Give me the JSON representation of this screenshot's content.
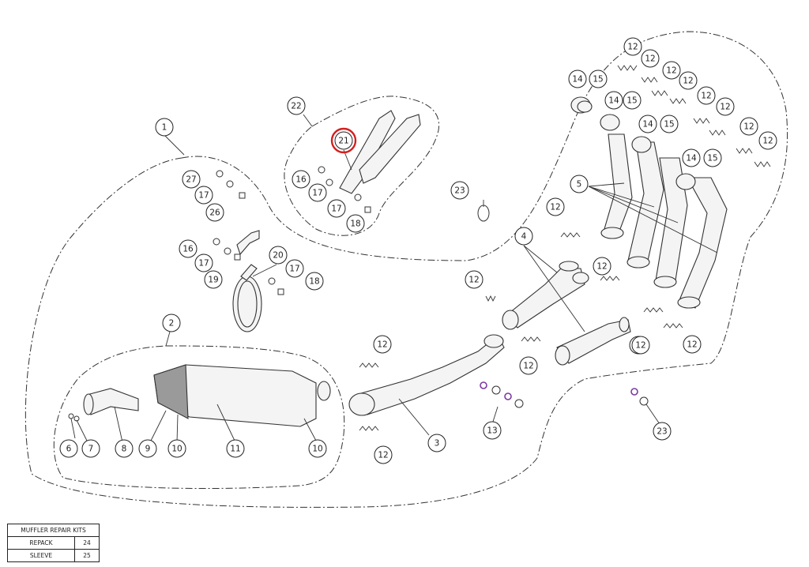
{
  "callouts": [
    {
      "id": "1",
      "label": "1"
    },
    {
      "id": "2",
      "label": "2"
    },
    {
      "id": "3",
      "label": "3"
    },
    {
      "id": "4",
      "label": "4"
    },
    {
      "id": "5",
      "label": "5"
    },
    {
      "id": "6",
      "label": "6"
    },
    {
      "id": "7",
      "label": "7"
    },
    {
      "id": "8",
      "label": "8"
    },
    {
      "id": "9",
      "label": "9"
    },
    {
      "id": "10a",
      "label": "10"
    },
    {
      "id": "10b",
      "label": "10"
    },
    {
      "id": "11",
      "label": "11"
    },
    {
      "id": "12a",
      "label": "12"
    },
    {
      "id": "12b",
      "label": "12"
    },
    {
      "id": "12c",
      "label": "12"
    },
    {
      "id": "12d",
      "label": "12"
    },
    {
      "id": "12e",
      "label": "12"
    },
    {
      "id": "12f",
      "label": "12"
    },
    {
      "id": "12g",
      "label": "12"
    },
    {
      "id": "12h",
      "label": "12"
    },
    {
      "id": "12i",
      "label": "12"
    },
    {
      "id": "12j",
      "label": "12"
    },
    {
      "id": "12k",
      "label": "12"
    },
    {
      "id": "12l",
      "label": "12"
    },
    {
      "id": "12m",
      "label": "12"
    },
    {
      "id": "12n",
      "label": "12"
    },
    {
      "id": "12o",
      "label": "12"
    },
    {
      "id": "12p",
      "label": "12"
    },
    {
      "id": "12q",
      "label": "12"
    },
    {
      "id": "13",
      "label": "13"
    },
    {
      "id": "14a",
      "label": "14"
    },
    {
      "id": "14b",
      "label": "14"
    },
    {
      "id": "14c",
      "label": "14"
    },
    {
      "id": "14d",
      "label": "14"
    },
    {
      "id": "15a",
      "label": "15"
    },
    {
      "id": "15b",
      "label": "15"
    },
    {
      "id": "15c",
      "label": "15"
    },
    {
      "id": "15d",
      "label": "15"
    },
    {
      "id": "16a",
      "label": "16"
    },
    {
      "id": "16b",
      "label": "16"
    },
    {
      "id": "17a",
      "label": "17"
    },
    {
      "id": "17b",
      "label": "17"
    },
    {
      "id": "17c",
      "label": "17"
    },
    {
      "id": "17d",
      "label": "17"
    },
    {
      "id": "17e",
      "label": "17"
    },
    {
      "id": "18a",
      "label": "18"
    },
    {
      "id": "18b",
      "label": "18"
    },
    {
      "id": "19",
      "label": "19"
    },
    {
      "id": "20",
      "label": "20"
    },
    {
      "id": "21",
      "label": "21"
    },
    {
      "id": "22",
      "label": "22"
    },
    {
      "id": "23a",
      "label": "23"
    },
    {
      "id": "23b",
      "label": "23"
    },
    {
      "id": "26",
      "label": "26"
    },
    {
      "id": "27",
      "label": "27"
    }
  ],
  "highlighted_part": "21",
  "colors": {
    "highlight": "#d42020",
    "line": "#333333",
    "washer": "#7a3aa0"
  },
  "repair_kits": {
    "title": "MUFFLER REPAIR KITS",
    "rows": [
      {
        "label": "REPACK",
        "value": "24"
      },
      {
        "label": "SLEEVE",
        "value": "25"
      }
    ]
  }
}
